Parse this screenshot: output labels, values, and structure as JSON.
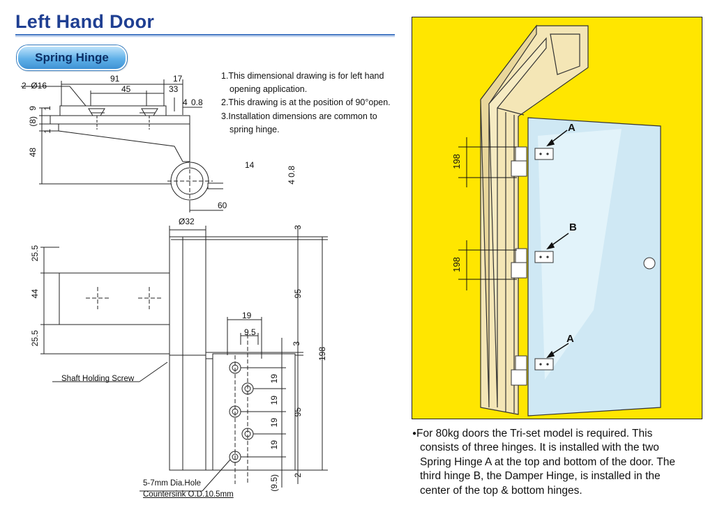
{
  "header": {
    "title": "Left Hand Door",
    "badge": "Spring Hinge"
  },
  "notes": {
    "n1a": "1.This dimensional drawing is for left hand",
    "n1b": "opening application.",
    "n2": "2.This drawing is at the position of 90°open.",
    "n3a": "3.Installation dimensions are common to",
    "n3b": "spring hinge."
  },
  "top_view": {
    "holes": "2–Ø16",
    "d91": "91",
    "d17": "17",
    "d45": "45",
    "d33": "33",
    "d4": "4",
    "d08": "0.8",
    "d9": "9",
    "d1a": "1",
    "d8": "(8)",
    "d1b": "1",
    "d48": "48",
    "d14": "14",
    "d08b": "0.8",
    "d4b": "4",
    "d60": "60"
  },
  "front_view": {
    "d32": "Ø32",
    "d3a": "3",
    "d255a": "25.5",
    "d44": "44",
    "d255b": "25.5",
    "d95a": "95",
    "d198": "198",
    "d3b": "3",
    "d19h": "19",
    "d95h": "9.5",
    "d19a": "19",
    "d19b": "19",
    "d19c": "19",
    "d19d": "19",
    "d95b": "95",
    "d95p": "(9.5)",
    "d2": "2",
    "shaft_screw": "Shaft Holding Screw",
    "hole_a": "5-7mm Dia.Hole",
    "hole_b": "Countersink O.D.10.5mm"
  },
  "illustration": {
    "label_a_top": "A",
    "label_b": "B",
    "label_a_bottom": "A",
    "dim_top": "198",
    "dim_mid": "198",
    "bg_color": "#ffe600"
  },
  "description": {
    "bullet": "●",
    "l1": "For 80kg doors the Tri-set model is required. This",
    "l2": "consists of three hinges. It is installed with the two",
    "l3": "Spring Hinge A at the top and bottom of the door. The",
    "l4": "third hinge B, the Damper Hinge, is installed in the",
    "l5": "center of the top & bottom hinges."
  }
}
